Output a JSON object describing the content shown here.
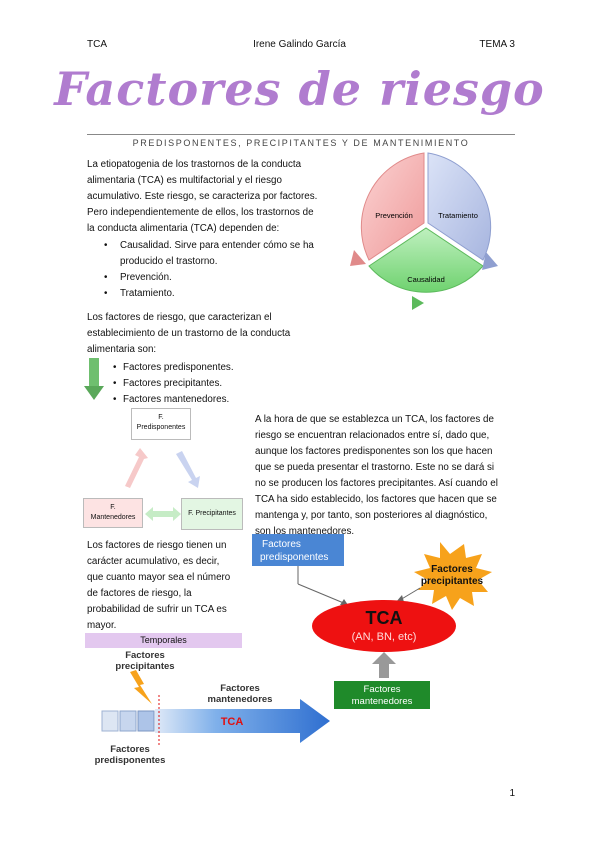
{
  "header": {
    "left": "TCA",
    "center": "Irene Galindo García",
    "right": "TEMA 3"
  },
  "title": "Factores de riesgo",
  "subtitle": "PREDISPONENTES, PRECIPITANTES Y DE MANTENIMIENTO",
  "intro": {
    "lines": [
      "La etiopatogenia de los trastornos de la conducta",
      "alimentaria (TCA) es multifactorial y el riesgo",
      "acumulativo. Este riesgo, se caracteriza por factores.",
      "Pero independientemente de ellos, los trastornos de",
      "la conducta alimentaria (TCA) dependen de:"
    ],
    "bullets": [
      {
        "line1": "Causalidad. Sirve para entender cómo se ha",
        "line2": "producido el trastorno."
      },
      {
        "line1": "Prevención."
      },
      {
        "line1": "Tratamiento."
      }
    ]
  },
  "cycle": {
    "prevention": "Prevención",
    "treatment": "Tratamiento",
    "causality": "Causalidad"
  },
  "factors_intro": {
    "lines": [
      "Los factores de riesgo, que caracterizan el",
      "establecimiento de un trastorno de la conducta",
      "alimentaria son:"
    ],
    "bullets": [
      "Factores predisponentes.",
      "Factores precipitantes.",
      "Factores mantenedores."
    ]
  },
  "triangle": {
    "top": {
      "l1": "F.",
      "l2": "Predisponentes"
    },
    "left": {
      "l1": "F.",
      "l2": "Mantenedores"
    },
    "right": "F. Precipitantes"
  },
  "relation_text": [
    "A la hora de que se establezca un TCA, los factores de",
    "riesgo se encuentran relacionados entre sí, dado que,",
    "aunque los factores predisponentes son los que hacen",
    "que se pueda presentar el trastorno. Este no se dará si",
    "no se producen los factores precipitantes. Así cuando el",
    "TCA ha sido establecido, los factores que hacen que se",
    "mantenga y, por tanto, son posteriores al diagnóstico,",
    "son los mantenedores."
  ],
  "cumulative_text": [
    "Los factores de riesgo tienen un",
    "carácter acumulativo, es decir,",
    "que cuanto mayor sea el número",
    "de factores de riesgo, la",
    "probabilidad de sufrir un TCA es",
    "mayor."
  ],
  "tca_diagram": {
    "predisponentes": {
      "l1": "Factores",
      "l2": "predisponentes"
    },
    "precipitantes": {
      "l1": "Factores",
      "l2": "precipitantes"
    },
    "tca": "TCA",
    "tca_types": "(AN, BN, etc)",
    "mantenedores": {
      "l1": "Factores",
      "l2": "mantenedores"
    }
  },
  "timeline": {
    "temporales": "Temporales",
    "precipitantes": {
      "l1": "Factores",
      "l2": "precipitantes"
    },
    "mantenedores": {
      "l1": "Factores",
      "l2": "mantenedores"
    },
    "tca": "TCA",
    "predisponentes": {
      "l1": "Factores",
      "l2": "predisponentes"
    }
  },
  "page_number": "1",
  "colors": {
    "title": "#b07ccf",
    "prevention": "#f4a6a6",
    "treatment": "#aab8e0",
    "causality": "#7ed67e",
    "tca_red": "#ee1111",
    "blue_box": "#4a86d4",
    "green_box": "#1f8a2a",
    "orange_star": "#f7a21b",
    "temporales_bar": "#e3c8ef"
  }
}
